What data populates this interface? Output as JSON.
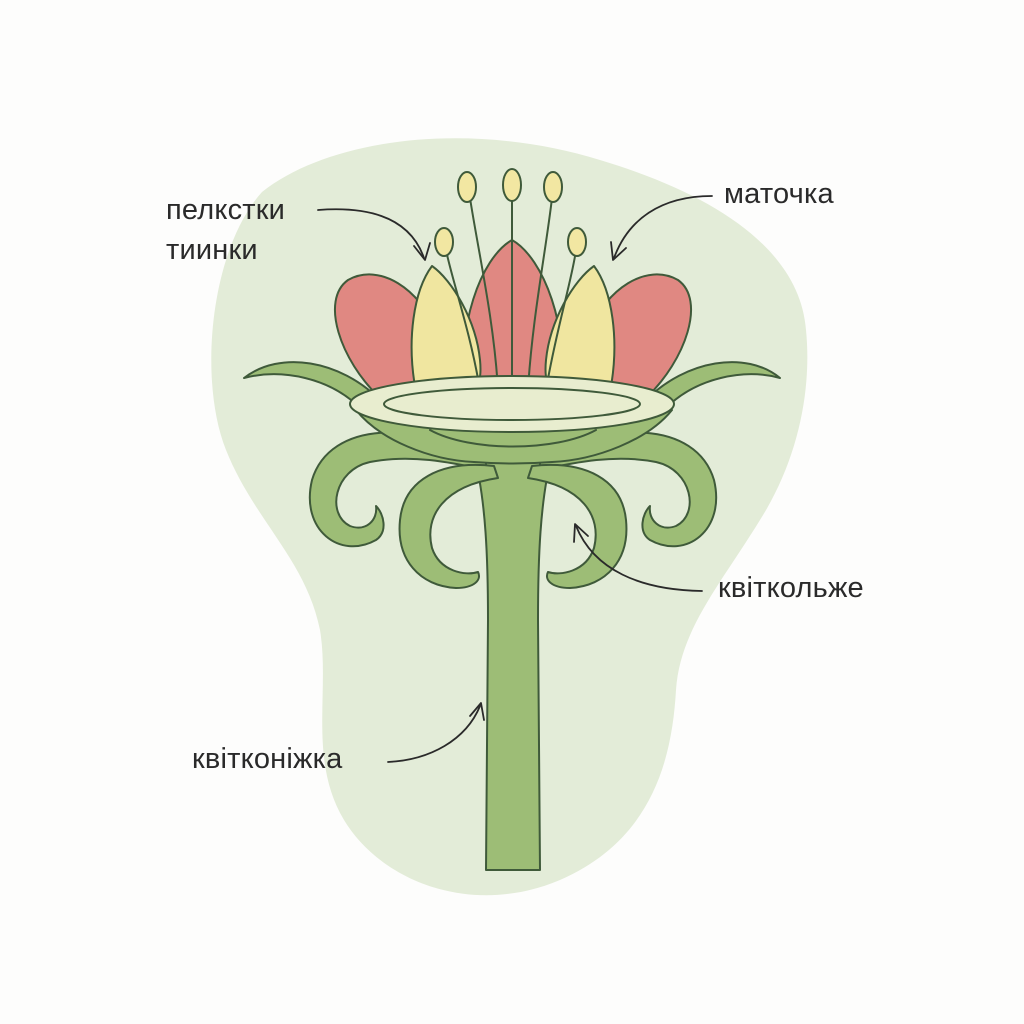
{
  "diagram": {
    "labels": {
      "petals": "пелкстки",
      "stamens": "тиинки",
      "pistil": "маточка",
      "receptacle": "квіткольже",
      "pedicel": "квітконіжка"
    },
    "colors": {
      "background_blob": "#e3ecd8",
      "petal_red": "#e08882",
      "petal_yellow": "#f0e6a0",
      "stamen_anther": "#f2e7a2",
      "green": "#9dbd76",
      "receptacle_light": "#e8edcf",
      "outline": "#3f5a3a",
      "label_text": "#2a2a2a"
    }
  }
}
